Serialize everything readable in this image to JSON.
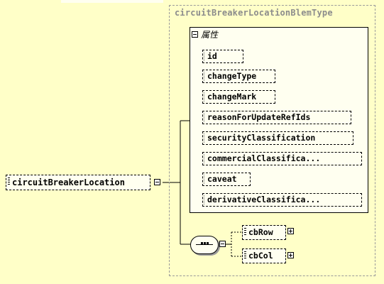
{
  "diagram": {
    "root_element": {
      "label": "circuitBreakerLocation"
    },
    "complex_type": {
      "title": "circuitBreakerLocationBlemType",
      "attributes_group": {
        "label": "属性",
        "items": [
          "id",
          "changeType",
          "changeMark",
          "reasonForUpdateRefIds",
          "securityClassification",
          "commercialClassifica...",
          "caveat",
          "derivativeClassifica..."
        ]
      },
      "sequence": {
        "children": [
          {
            "label": "cbRow"
          },
          {
            "label": "cbCol"
          }
        ]
      }
    }
  },
  "colors": {
    "background": "#FFFFC8",
    "box_fill": "#FFFFF0",
    "type_border": "#9A9A9A"
  }
}
